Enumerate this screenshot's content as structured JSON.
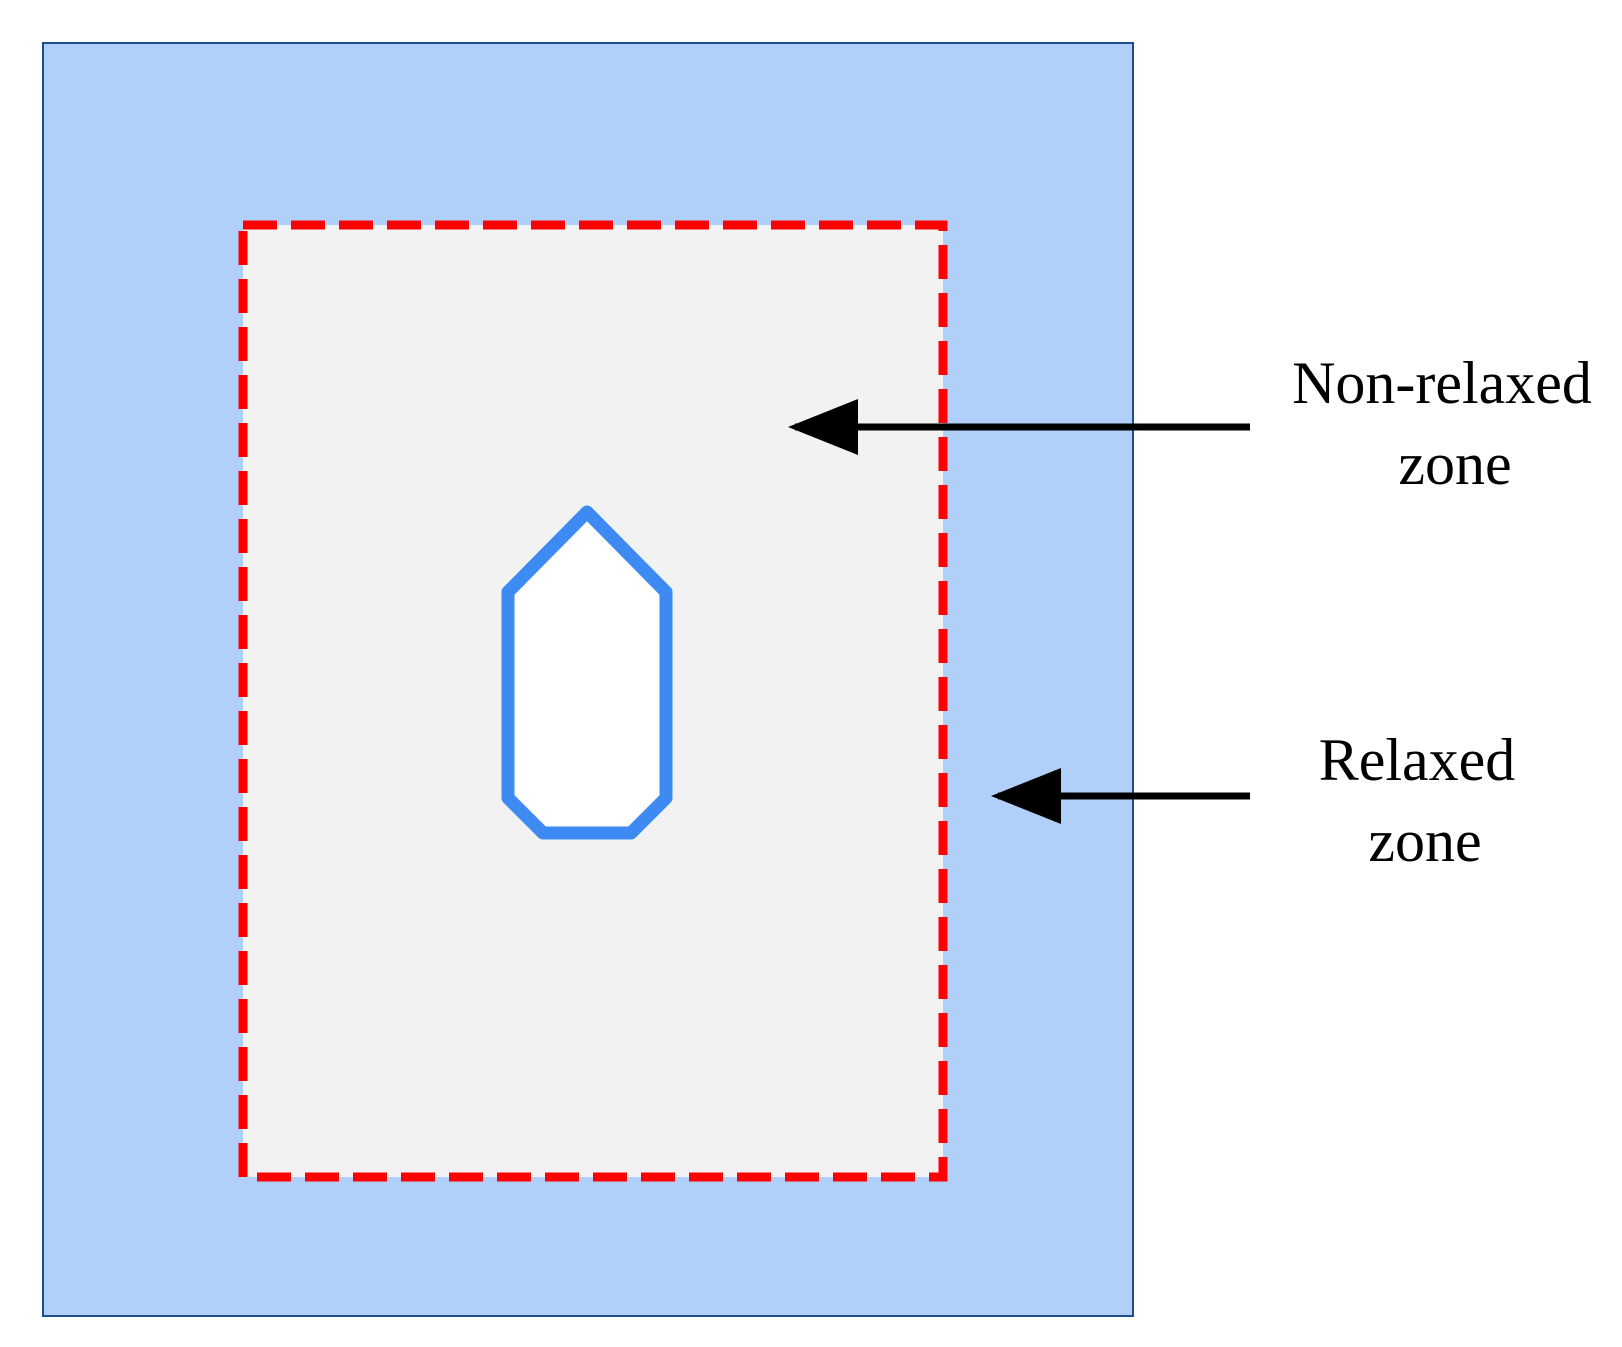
{
  "colors": {
    "relaxed_zone_fill": "#b0d0fa",
    "relaxed_zone_border": "#1f4e8c",
    "non_relaxed_zone_fill": "#f2f2f2",
    "boundary_dash": "#ff0000",
    "ship_outline": "#3d8af2",
    "ship_fill": "#ffffff",
    "arrow": "#000000"
  },
  "labels": {
    "non_relaxed": {
      "line1": "Non-relaxed",
      "line2": "zone"
    },
    "relaxed": {
      "line1": "Relaxed",
      "line2": "zone"
    }
  }
}
